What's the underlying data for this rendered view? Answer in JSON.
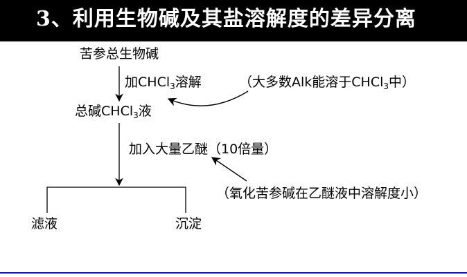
{
  "title": "3、利用生物碱及其盐溶解度的差异分离",
  "flow": {
    "start": "苦参总生物碱",
    "step1": {
      "prefix": "加",
      "formula": "CHCl",
      "subscript": "3",
      "suffix": "溶解"
    },
    "note1": {
      "prefix": "（大多数Alk能溶于",
      "formula": "CHCl",
      "subscript": "3",
      "suffix": "中）"
    },
    "intermediate": {
      "prefix": "总碱",
      "formula": "CHCl",
      "subscript": "3",
      "suffix": "液"
    },
    "step2": "加入大量乙醚（10倍量）",
    "note2": "（氧化苦参碱在乙醚液中溶解度小）",
    "out_left": "滤液",
    "out_right": "沉淀"
  },
  "colors": {
    "title_bg": "#000000",
    "title_text": "#ffffff",
    "ink": "#000000",
    "footer_rule": "#1a1a99"
  }
}
